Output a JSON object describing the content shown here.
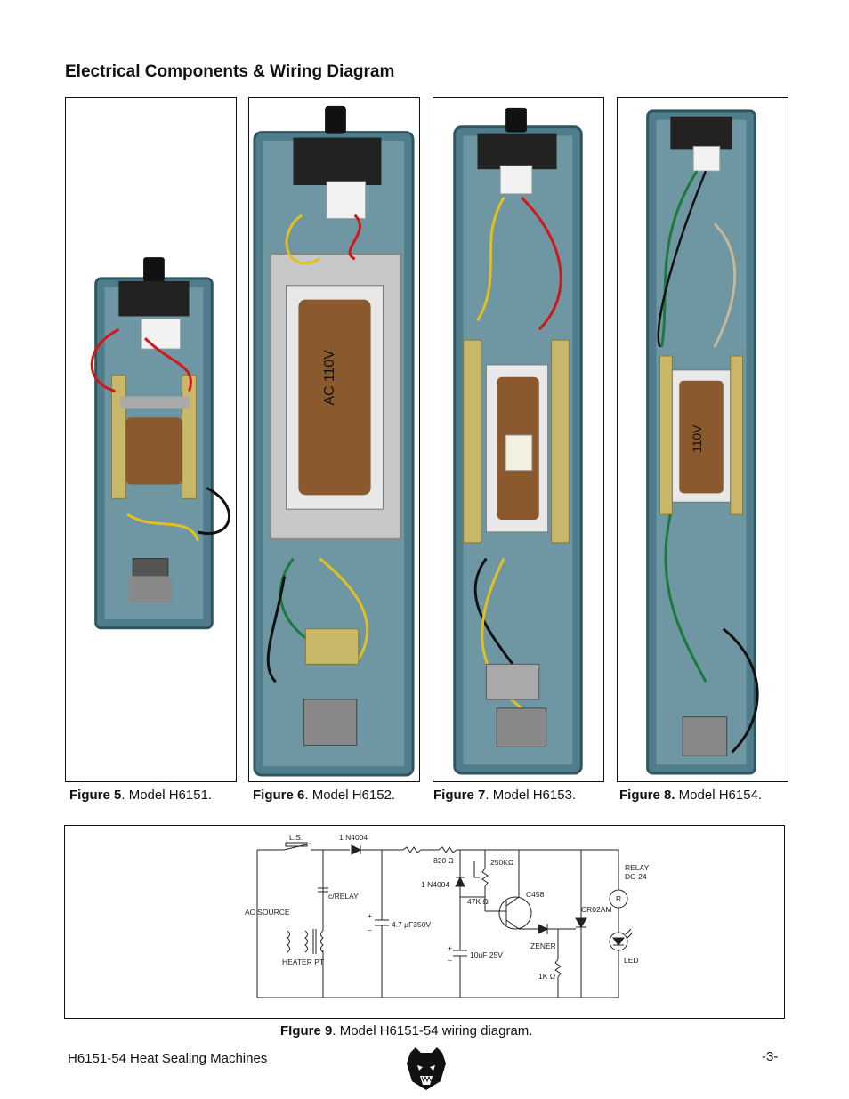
{
  "page": {
    "title": "Electrical Components & Wiring Diagram",
    "footer_left": "H6151-54 Heat Sealing Machines",
    "page_number": "-3-",
    "logo_icon": "bear-head-logo"
  },
  "figures": [
    {
      "label": "Figure 5",
      "punct": ".",
      "text": " Model H6151."
    },
    {
      "label": "Figure 6",
      "punct": ".",
      "text": " Model H6152."
    },
    {
      "label": "Figure 7",
      "punct": ".",
      "text": " Model H6153."
    },
    {
      "label": "Figure 8.",
      "punct": "",
      "text": " Model H6154."
    }
  ],
  "photo_labels": {
    "fig6_coil": "AC 110V",
    "fig8_coil": "110V"
  },
  "wiring": {
    "caption_label": "FIgure 9",
    "caption_text": ". Model H6151-54 wiring diagram.",
    "labels": {
      "ls": "L.S.",
      "diode1": "1 N4004",
      "r820": "820 Ω",
      "r250k": "250KΩ",
      "relay": "RELAY",
      "relay_dc": "DC-24",
      "diode2": "1   N4004",
      "c458": "C458",
      "r47k": "47K Ω",
      "cr02am": "CR02AM",
      "crelay": "c/RELAY",
      "ac_source": "AC SOURCE",
      "cap1": "4.7 µF350V",
      "zener": "ZENER",
      "heater": "HEATER PT",
      "cap2": "10uF  25V",
      "r1k": "1K Ω",
      "led": "LED",
      "relay_r": "R",
      "plus": "+",
      "minus": "–"
    }
  },
  "colors": {
    "housing": "#4f7d8c",
    "housing_dark": "#2f5561",
    "coil": "#8a5a2e",
    "bracket": "#c9b76a",
    "wire_red": "#d01818",
    "wire_yellow": "#e2c21a",
    "wire_green": "#1b7a3a",
    "wire_black": "#111111"
  }
}
